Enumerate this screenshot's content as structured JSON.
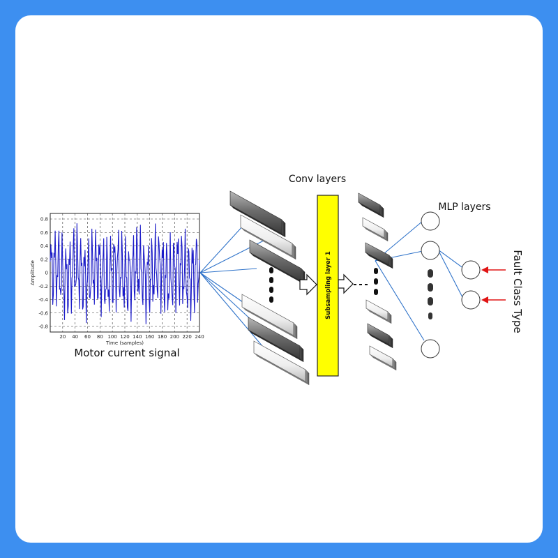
{
  "colors": {
    "frame": "#3d8ff0",
    "card": "#ffffff",
    "signal": "#1c1cc8",
    "subsampling_fill": "#ffff00",
    "connector": "#2e72c9",
    "arrow": "#e01414",
    "dark_feature_map": "#7a7a7a",
    "light_feature_map": "#f2f2f2"
  },
  "signal_plot": {
    "caption": "Motor current signal",
    "ylabel": "Amplitude",
    "xlabel": "Time (samples)",
    "y_ticks": [
      "0.8",
      "0.6",
      "0.4",
      "0.2",
      "0",
      "-0.2",
      "-0.4",
      "-0.6",
      "-0.8"
    ],
    "x_ticks": [
      "20",
      "40",
      "60",
      "80",
      "100",
      "120",
      "140",
      "160",
      "180",
      "200",
      "220",
      "240"
    ]
  },
  "labels": {
    "conv_layers": "Conv layers",
    "subsampling_layer": "Subsampling layer 1",
    "mlp_layers": "MLP layers",
    "output": "Fault Class Type"
  },
  "icons": {
    "ellipsis": "vertical-ellipsis-icon",
    "arrow": "hollow-right-arrow-icon",
    "output_arrow": "red-left-arrow-icon"
  }
}
